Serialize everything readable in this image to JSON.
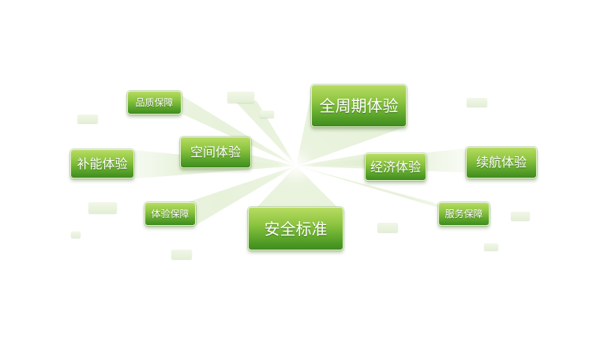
{
  "diagram": {
    "nodes": {
      "full_cycle": "全周期体验",
      "safety": "安全标准",
      "space": "空间体验",
      "economy": "经济体验",
      "endurance": "续航体验",
      "recharge": "补能体验",
      "quality": "品质保障",
      "experience_guarantee": "体验保障",
      "service_guarantee": "服务保障"
    },
    "colors": {
      "node_top": "#b7dc62",
      "node_bottom": "#3f8b1f",
      "ray": "#cfe3b8",
      "deco": "#e4efd6"
    }
  }
}
